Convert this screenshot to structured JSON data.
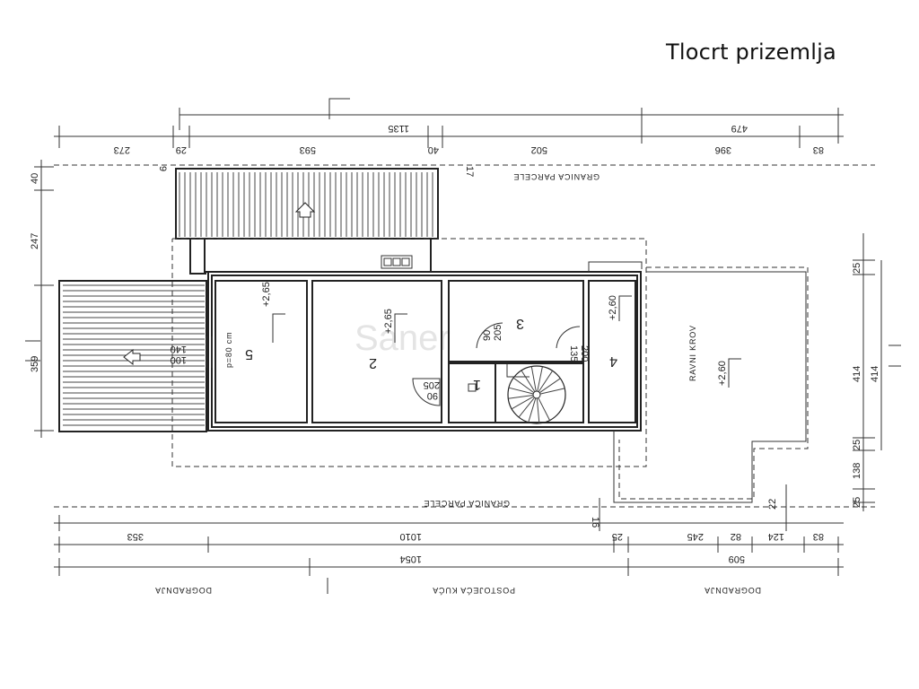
{
  "title": "Tlocrt prizemlja",
  "watermark": "Saner",
  "labels": {
    "parcel_top": "GRANICA PARCELE",
    "parcel_bottom": "GRANICA PARCELE",
    "flat_roof": "RAVNI KROV",
    "annex_left": "DOGRADNJA",
    "existing_house": "POSTOJEĆA KUĆA",
    "annex_right": "DOGRADNJA"
  },
  "rooms": [
    "5",
    "2",
    "3",
    "1",
    "4"
  ],
  "levels": [
    "+2,65",
    "+2,65",
    "+2,60",
    "+2,60"
  ],
  "openings": {
    "room5_window_a": "140",
    "room5_window_b": "100",
    "room5_parapet": "p=80 cm",
    "door_1": "90",
    "door_1_h": "205",
    "door_2": "90",
    "door_2_h": "205",
    "door_3": "200",
    "door_3_h": "135"
  },
  "dims_top_row1": [
    "1135",
    "479"
  ],
  "dims_top_row2": [
    "273",
    "29",
    "593",
    "40",
    "502",
    "396",
    "83"
  ],
  "dims_top_small": [
    "9",
    "17"
  ],
  "dims_left": [
    "40",
    "247",
    "359"
  ],
  "dims_right": [
    "25",
    "414",
    "414",
    "25",
    "138",
    "25"
  ],
  "dims_bottom_small": [
    "16",
    "22"
  ],
  "dims_bottom_row1": [
    "353",
    "1010",
    "25",
    "245",
    "82",
    "124",
    "83"
  ],
  "dims_bottom_row2": [
    "1054",
    "509"
  ]
}
